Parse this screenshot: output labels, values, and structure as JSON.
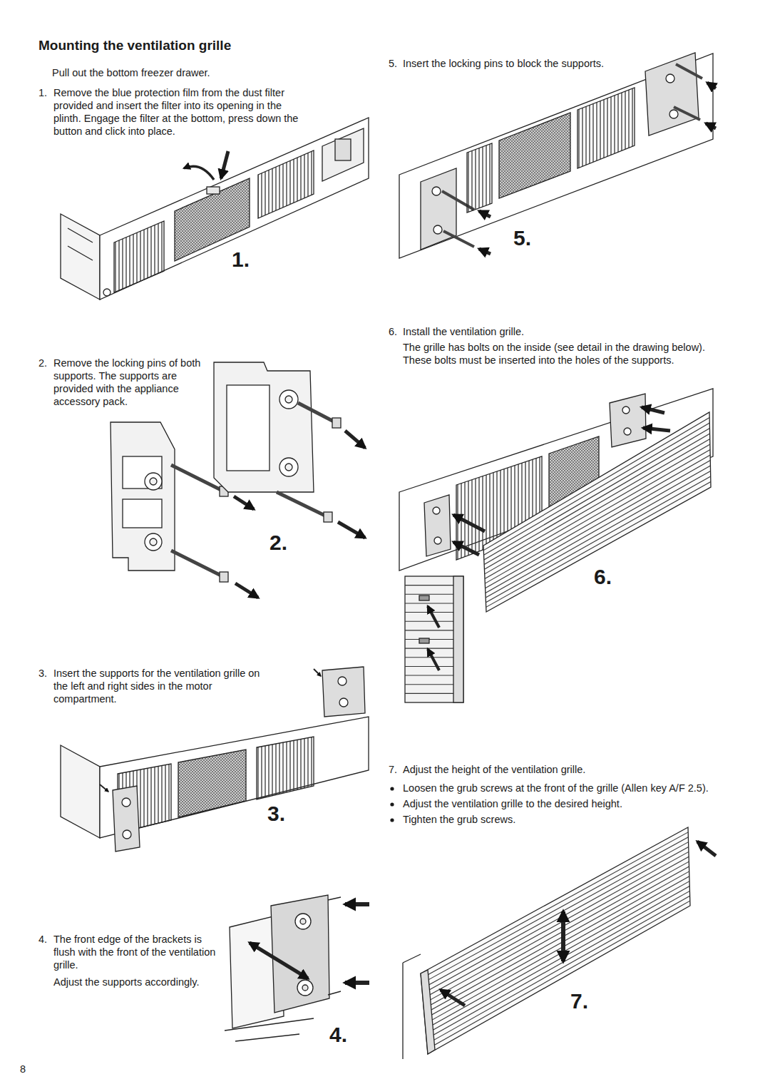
{
  "diagram": {
    "title": "Mounting the ventilation grille",
    "labels": [
      "Pull out the bottom freezer drawer.",
      "1.",
      "Remove the blue protection film from the dust filter provided and insert the filter into its opening in the plinth. Engage the filter at the bottom, press down the button and click into place.",
      "1.",
      "2.",
      "Remove the locking pins of both supports. The supports are provided with the appliance accessory pack.",
      "2.",
      "3.",
      "Insert the supports for the ventilation grille on the left and right sides in the motor compartment.",
      "3.",
      "4.",
      "The front edge of the brackets is flush with the front of the ventilation grille.",
      "Adjust the supports accordingly.",
      "4.",
      "5.",
      "Insert the locking pins to block the supports.",
      "5.",
      "6.",
      "Install the ventilation grille.",
      "The grille has bolts on the inside (see detail in the drawing below). These bolts must be inserted into the holes of the supports.",
      "6.",
      "7.",
      "Adjust the height of the ventilation grille.",
      "Loosen the grub screws at the front of the grille (Allen key A/F 2.5).",
      "Adjust the ventilation grille to the desired height.",
      "Tighten the grub screws.",
      "7.",
      "8"
    ]
  }
}
